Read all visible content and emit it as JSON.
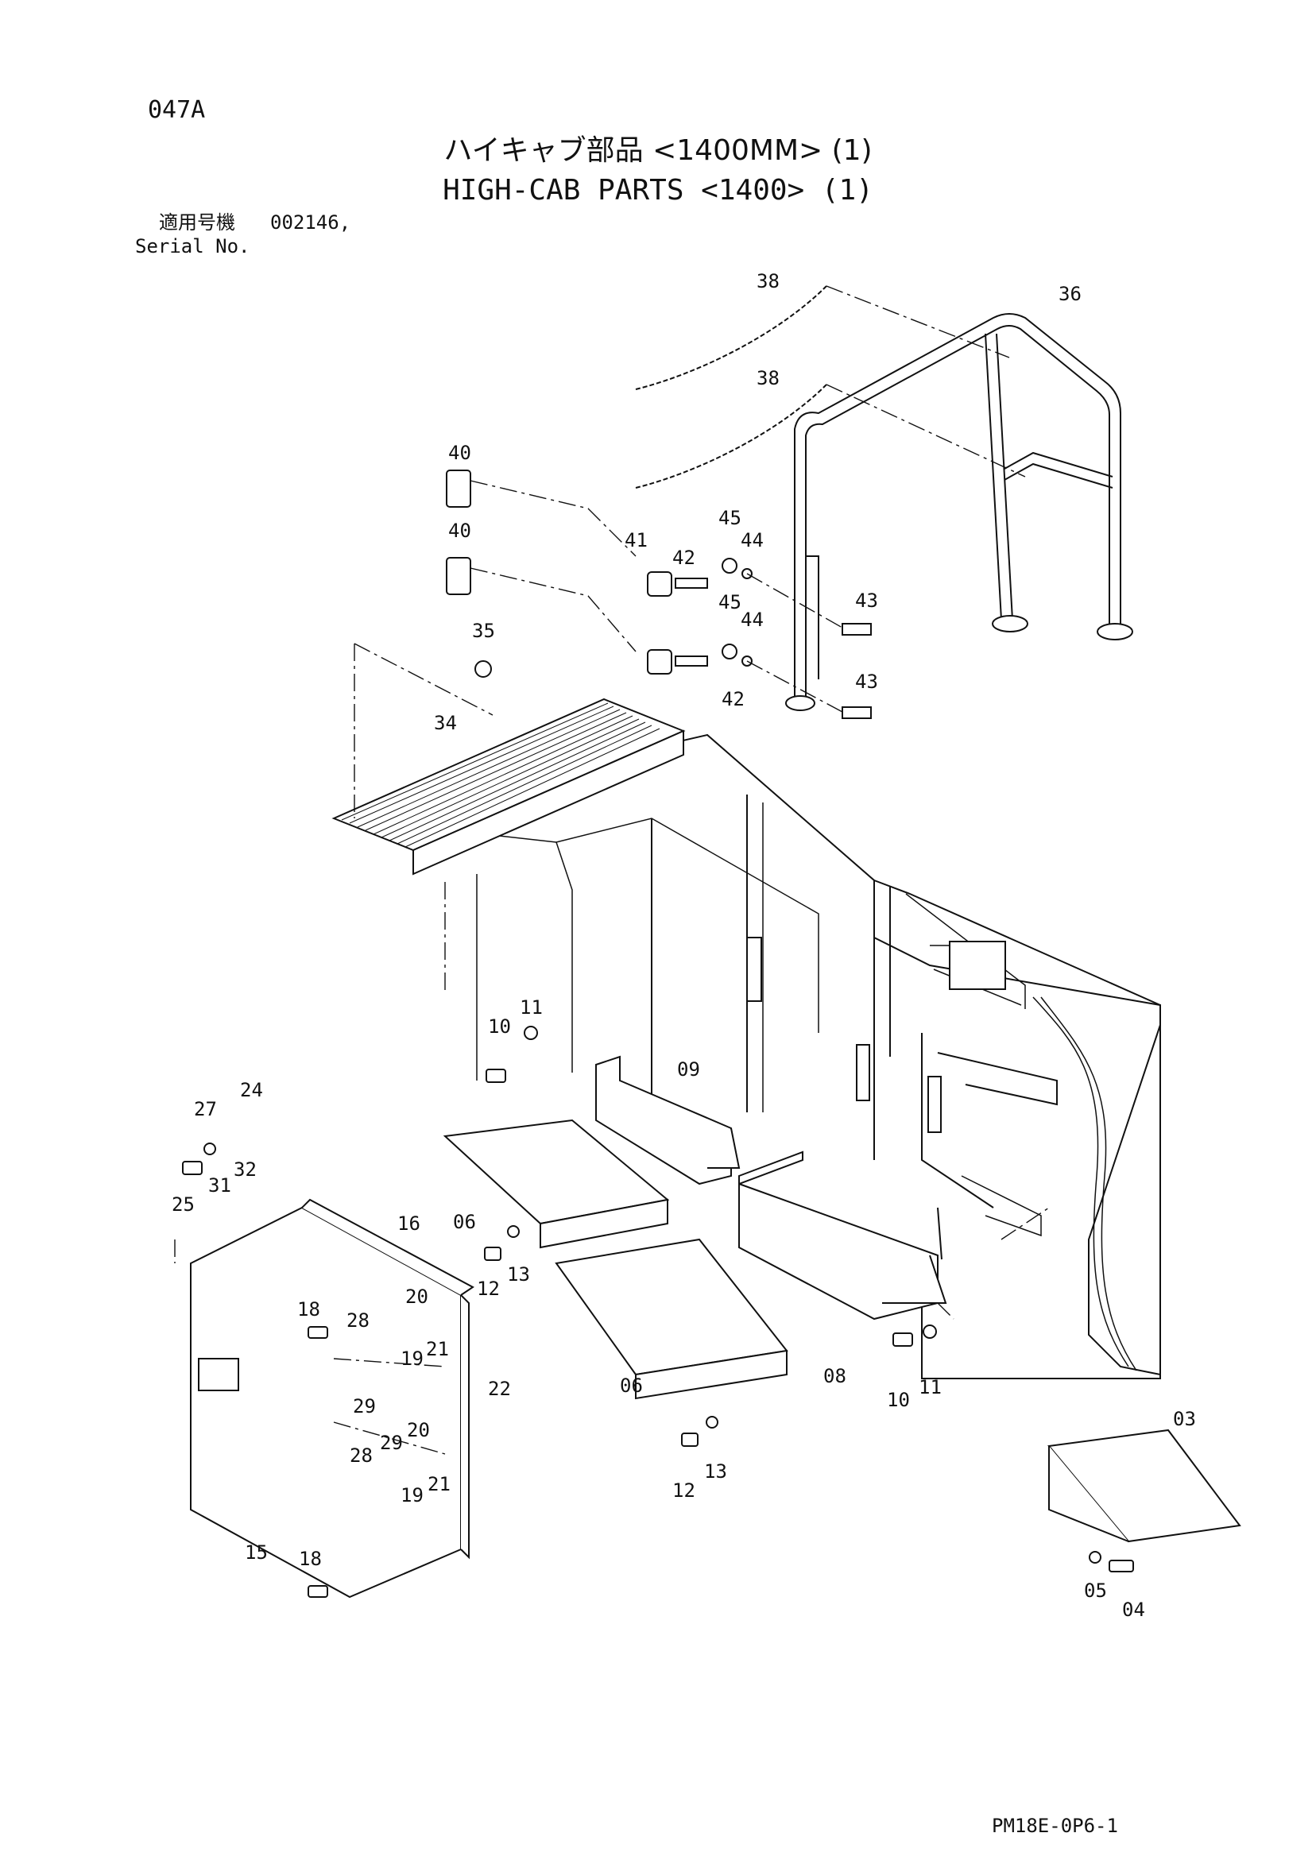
{
  "header": {
    "page_code": "047A",
    "title_jp": "ハイキャブ部品 <1400MM> (1)",
    "title_en": "HIGH-CAB PARTS <1400> (1)",
    "serial_label_jp": "適用号機",
    "serial_value": "002146,",
    "serial_label_en": "Serial No."
  },
  "footer": {
    "doc_code": "PM18E-0P6-1"
  },
  "callouts": [
    {
      "label": "38"
    },
    {
      "label": "38"
    },
    {
      "label": "36"
    },
    {
      "label": "40"
    },
    {
      "label": "40"
    },
    {
      "label": "41"
    },
    {
      "label": "42"
    },
    {
      "label": "45"
    },
    {
      "label": "44"
    },
    {
      "label": "45"
    },
    {
      "label": "44"
    },
    {
      "label": "43"
    },
    {
      "label": "43"
    },
    {
      "label": "42"
    },
    {
      "label": "35"
    },
    {
      "label": "34"
    },
    {
      "label": "10"
    },
    {
      "label": "11"
    },
    {
      "label": "09"
    },
    {
      "label": "27"
    },
    {
      "label": "24"
    },
    {
      "label": "25"
    },
    {
      "label": "31"
    },
    {
      "label": "32"
    },
    {
      "label": "16"
    },
    {
      "label": "06"
    },
    {
      "label": "12"
    },
    {
      "label": "13"
    },
    {
      "label": "18"
    },
    {
      "label": "28"
    },
    {
      "label": "20"
    },
    {
      "label": "19"
    },
    {
      "label": "21"
    },
    {
      "label": "29"
    },
    {
      "label": "22"
    },
    {
      "label": "06"
    },
    {
      "label": "08"
    },
    {
      "label": "10"
    },
    {
      "label": "11"
    },
    {
      "label": "28"
    },
    {
      "label": "29"
    },
    {
      "label": "20"
    },
    {
      "label": "19"
    },
    {
      "label": "21"
    },
    {
      "label": "12"
    },
    {
      "label": "13"
    },
    {
      "label": "15"
    },
    {
      "label": "18"
    },
    {
      "label": "03"
    },
    {
      "label": "05"
    },
    {
      "label": "04"
    }
  ]
}
